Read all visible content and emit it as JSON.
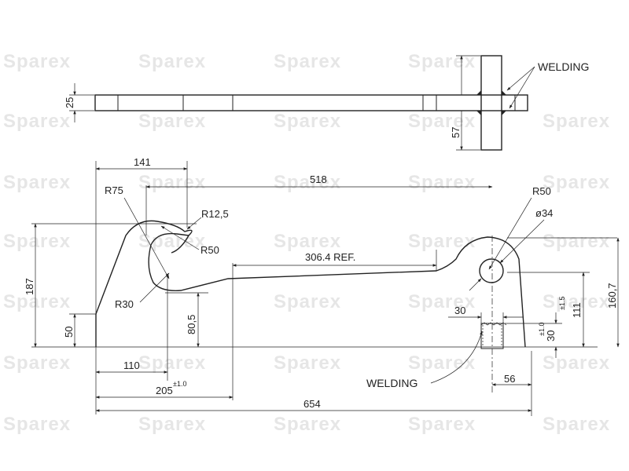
{
  "watermark": "Sparex",
  "labels": {
    "welding_top": "WELDING",
    "welding_bottom": "WELDING",
    "ref": "306.4 REF.",
    "r75": "R75",
    "r12_5": "R12,5",
    "r50_left": "R50",
    "r30": "R30",
    "r50_right": "R50",
    "dia34": "ø34"
  },
  "dimensions": {
    "d25": "25",
    "d57": "57",
    "d141": "141",
    "d518": "518",
    "d187": "187",
    "d50": "50",
    "d80_5": "80,5",
    "d110": "110",
    "d205": "205",
    "tol_205": "±1.0",
    "d654": "654",
    "d30_top": "30",
    "d56": "56",
    "d111": "111",
    "d160_7": "160,7",
    "tol_1_5": "±1.5",
    "tol_1_0": "±1.0",
    "d30_right": "30"
  }
}
